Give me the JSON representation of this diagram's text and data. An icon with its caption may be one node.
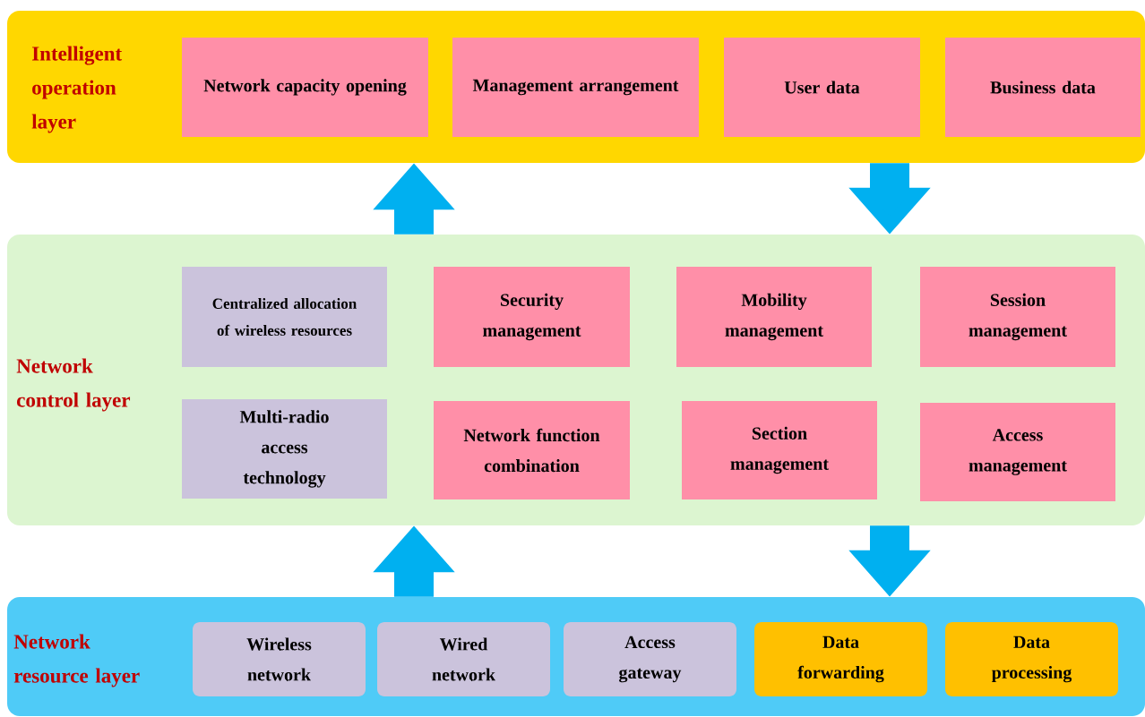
{
  "diagram": {
    "nodes": [
      {
        "text": [
          "Intelligent operation layer"
        ]
      },
      {
        "text": [
          "Network capacity opening"
        ],
        "in": 0
      },
      {
        "text": [
          "Management arrangement"
        ],
        "in": 0
      },
      {
        "text": [
          "User data"
        ],
        "in": 0
      },
      {
        "text": [
          "Business data"
        ],
        "in": 0
      },
      {
        "text": [
          "Network control layer"
        ]
      },
      {
        "text": [
          "Centralized allocation of wireless resources"
        ],
        "in": 5
      },
      {
        "text": [
          "Security management"
        ],
        "in": 5
      },
      {
        "text": [
          "Mobility management"
        ],
        "in": 5
      },
      {
        "text": [
          "Session management"
        ],
        "in": 5
      },
      {
        "text": [
          "Multi-radio access technology"
        ],
        "in": 5
      },
      {
        "text": [
          "Network function combination"
        ],
        "in": 5
      },
      {
        "text": [
          "Section management"
        ],
        "in": 5
      },
      {
        "text": [
          "Access management"
        ],
        "in": 5
      },
      {
        "text": [
          "Network resource layer"
        ]
      },
      {
        "text": [
          "Wireless network"
        ],
        "in": 14
      },
      {
        "text": [
          "Wired network"
        ],
        "in": 14
      },
      {
        "text": [
          "Access gateway"
        ],
        "in": 14
      },
      {
        "text": [
          "Data forwarding"
        ],
        "in": 14
      },
      {
        "text": [
          "Data processing"
        ],
        "in": 14
      }
    ],
    "edges": [
      {
        "from": 5,
        "to": 0,
        "arrow": "to"
      },
      {
        "from": 0,
        "to": 5,
        "arrow": "to"
      },
      {
        "from": 14,
        "to": 5,
        "arrow": "to"
      },
      {
        "from": 5,
        "to": 14,
        "arrow": "to"
      }
    ]
  }
}
